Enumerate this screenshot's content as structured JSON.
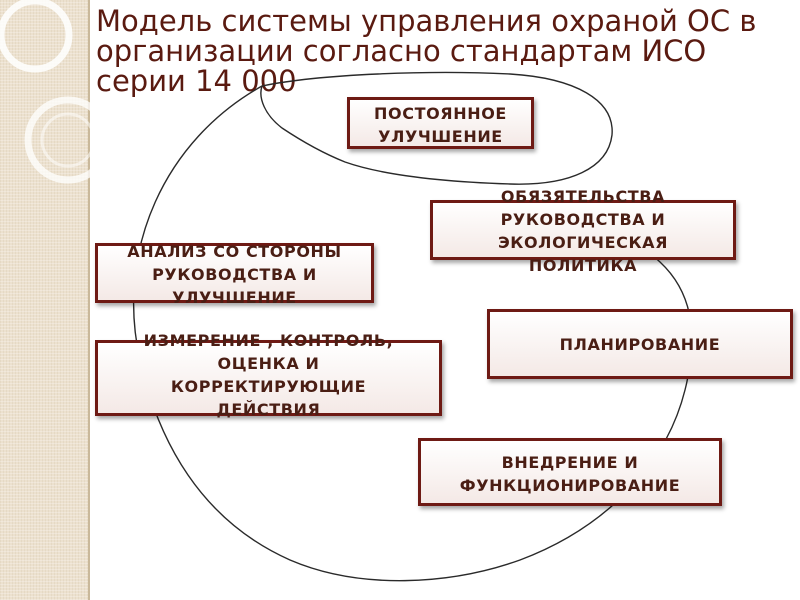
{
  "slide": {
    "title": "Модель системы управления охраной ОС в организации согласно стандартам ИСО серии 14 000"
  },
  "colors": {
    "title": "#5a1a10",
    "box_border": "#6e1a14",
    "box_text": "#4a1e14",
    "left_band": "#ece1cf"
  },
  "diagram": {
    "continual_improvement": "ПОСТОЯННОЕ\nУЛУЧШЕНИЕ",
    "commitment_policy": "ОБЯЗЯТЕЛЬСТВА\nРУКОВОДСТВА И\nЭКОЛОГИЧЕСКАЯ\nПОЛИТИКА",
    "management_review": "АНАЛИЗ СО СТОРОНЫ\nРУКОВОДСТВА И\nУЛУЧШЕНИЕ",
    "planning": "ПЛАНИРОВАНИЕ",
    "checking": "ИЗМЕРЕНИЕ , КОНТРОЛЬ,\nОЦЕНКА И\nКОРРЕКТИРУЮЩИЕ\nДЕЙСТВИЯ",
    "implementation": "ВНЕДРЕНИЕ И\nФУНКЦИОНИРОВАНИЕ"
  }
}
